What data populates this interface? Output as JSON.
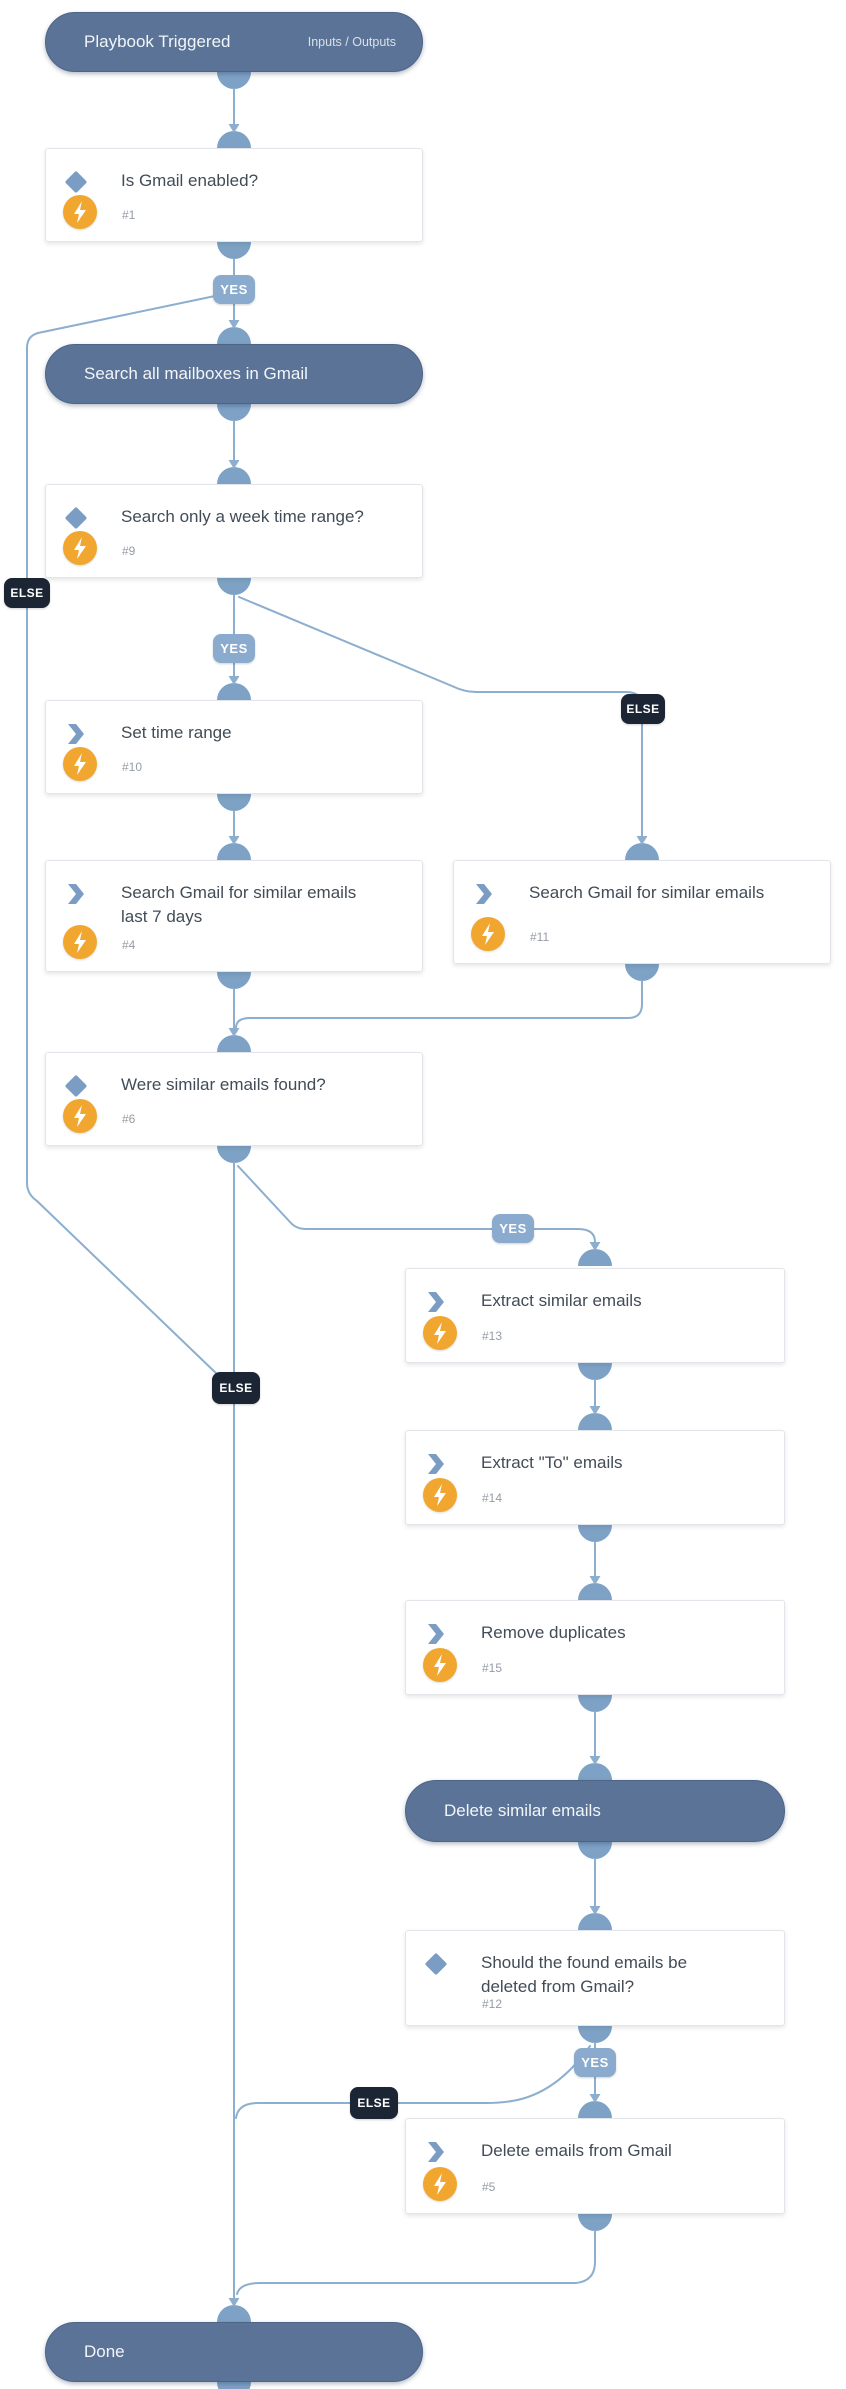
{
  "labels": {
    "yes": "YES",
    "else": "ELSE"
  },
  "trigger": {
    "title": "Playbook Triggered",
    "io_label": "Inputs / Outputs"
  },
  "pills": {
    "search_all": "Search all mailboxes in Gmail",
    "delete_similar": "Delete similar emails",
    "done": "Done"
  },
  "cards": {
    "c1": {
      "title": "Is Gmail enabled?",
      "step": "#1"
    },
    "c9": {
      "title": "Search only a week time range?",
      "step": "#9"
    },
    "c10": {
      "title": "Set time range",
      "step": "#10"
    },
    "c4": {
      "title": "Search Gmail for similar emails last 7 days",
      "step": "#4"
    },
    "c11": {
      "title": "Search Gmail for similar emails",
      "step": "#11"
    },
    "c6": {
      "title": "Were similar emails found?",
      "step": "#6"
    },
    "c13": {
      "title": "Extract similar emails",
      "step": "#13"
    },
    "c14": {
      "title": "Extract \"To\" emails",
      "step": "#14"
    },
    "c15": {
      "title": "Remove duplicates",
      "step": "#15"
    },
    "c12": {
      "title": "Should the found emails be deleted from Gmail?",
      "step": "#12"
    },
    "c5": {
      "title": "Delete emails from Gmail",
      "step": "#5"
    }
  },
  "colors": {
    "pill_bg": "#5a7397",
    "connector_line": "#8caecf",
    "connector_node": "#7ea2c6",
    "yes_badge_bg": "#8aabcd",
    "else_badge_bg": "#1c2534",
    "lightning_badge": "#f0a62f",
    "icon_blue": "#7b9dc3",
    "title_text": "#414c57",
    "step_text": "#959ca6"
  }
}
